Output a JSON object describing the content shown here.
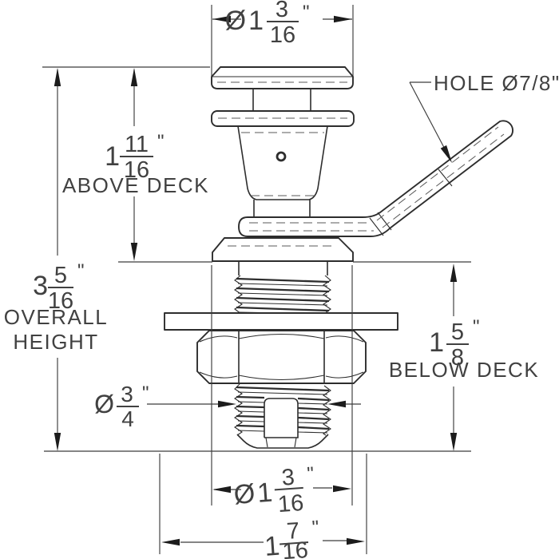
{
  "colors": {
    "line": "#2d2d2d",
    "text": "#414141",
    "background": "#ffffff"
  },
  "dimensions": {
    "top_diameter": {
      "prefix": "Ø",
      "whole": "1",
      "numerator": "3",
      "denominator": "16",
      "unit": "\""
    },
    "above_deck": {
      "whole": "1",
      "numerator": "11",
      "denominator": "16",
      "unit": "\"",
      "label": "ABOVE DECK"
    },
    "overall_height": {
      "whole": "3",
      "numerator": "5",
      "denominator": "16",
      "unit": "\"",
      "label_line1": "OVERALL",
      "label_line2": "HEIGHT"
    },
    "below_deck": {
      "whole": "1",
      "numerator": "5",
      "denominator": "8",
      "unit": "\"",
      "label": "BELOW DECK"
    },
    "hole_callout": {
      "label": "HOLE Ø7/8\""
    },
    "stem_diameter": {
      "prefix": "Ø",
      "numerator": "3",
      "denominator": "4",
      "unit": "\""
    },
    "bottom_diameter": {
      "prefix": "Ø",
      "whole": "1",
      "numerator": "3",
      "denominator": "16",
      "unit": "\""
    },
    "base_width": {
      "whole": "1",
      "numerator": "7",
      "denominator": "16",
      "unit": "\""
    }
  }
}
